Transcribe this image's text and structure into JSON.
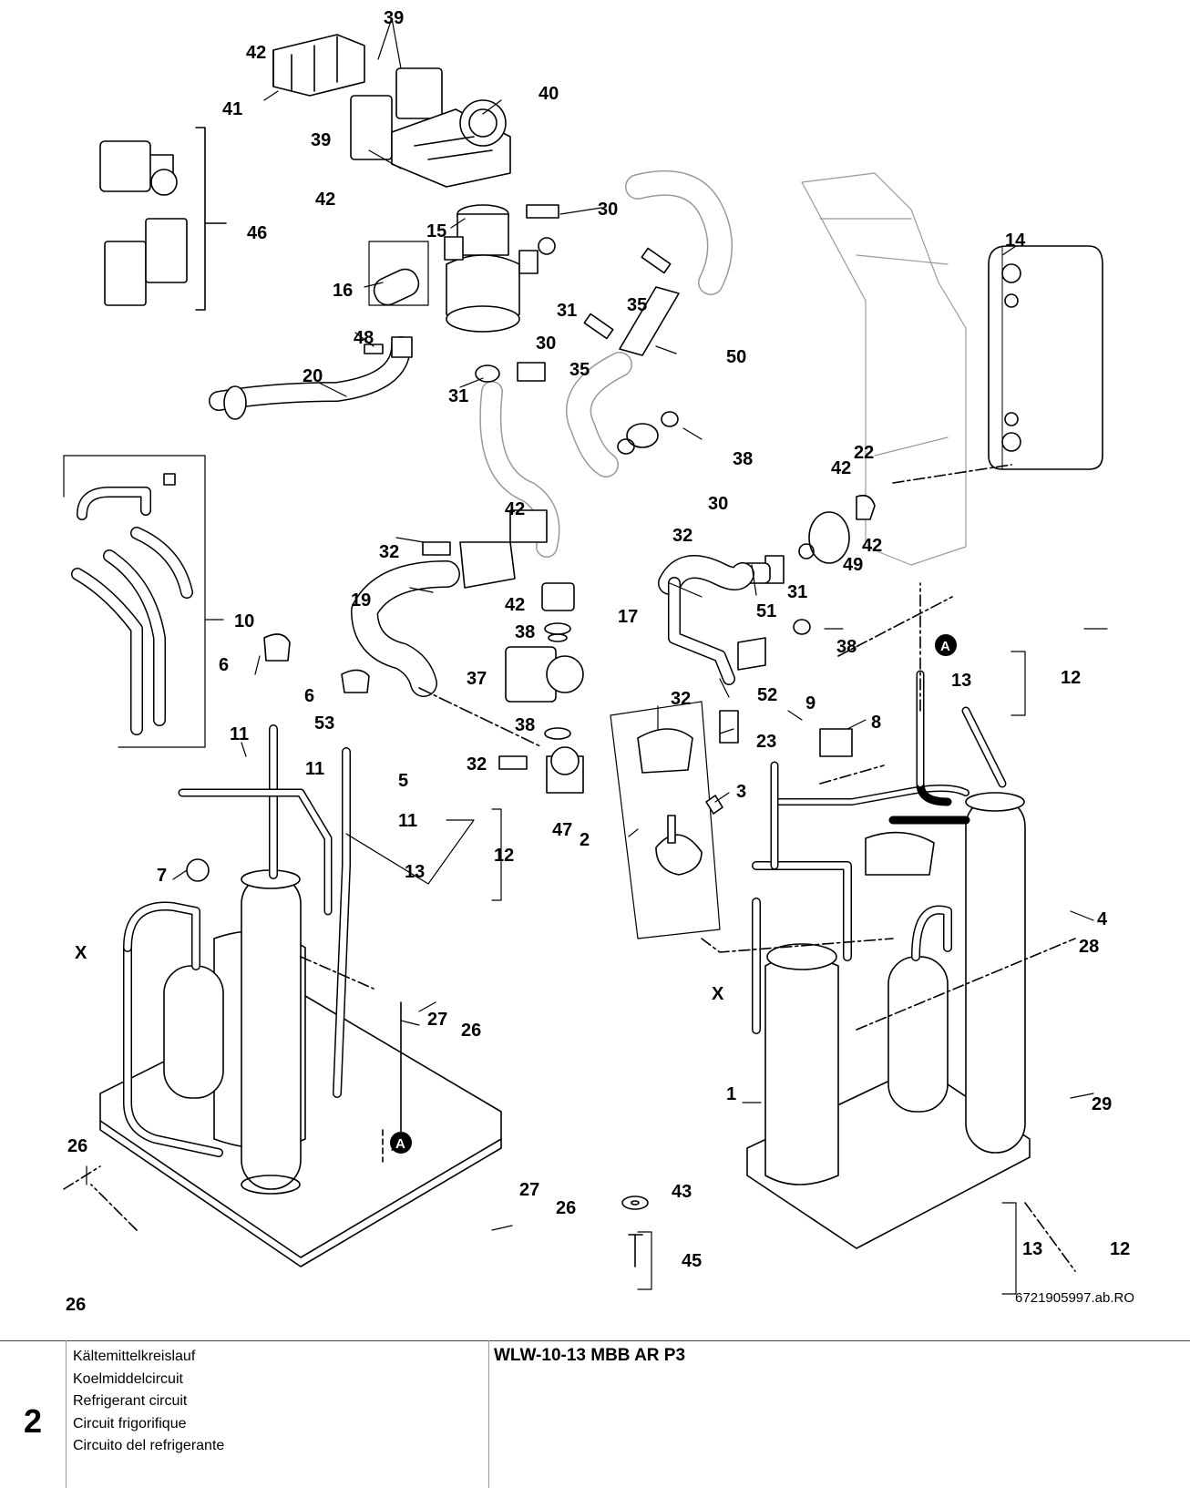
{
  "diagram": {
    "callouts": [
      "1",
      "2",
      "3",
      "4",
      "5",
      "6",
      "7",
      "8",
      "9",
      "10",
      "11",
      "12",
      "13",
      "14",
      "15",
      "16",
      "17",
      "19",
      "20",
      "22",
      "23",
      "26",
      "27",
      "28",
      "29",
      "30",
      "31",
      "32",
      "35",
      "37",
      "38",
      "39",
      "40",
      "41",
      "42",
      "43",
      "45",
      "46",
      "47",
      "48",
      "49",
      "50",
      "51",
      "52",
      "53"
    ],
    "x_marker": "X",
    "ref_marker": "A",
    "doc_number": "6721905997.ab.RO"
  },
  "footer": {
    "page_number": "2",
    "titles": [
      "Kältemittelkreislauf",
      "Koelmiddelcircuit",
      "Refrigerant circuit",
      "Circuit frigorifique",
      "Circuito del refrigerante"
    ],
    "model": "WLW-10-13 MBB AR P3"
  }
}
